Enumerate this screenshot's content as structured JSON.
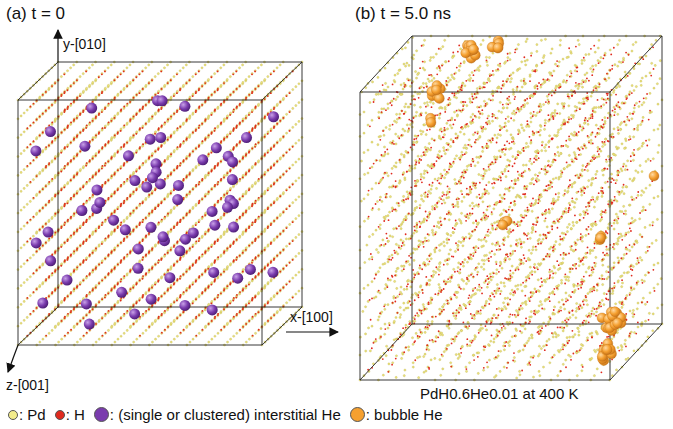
{
  "diagram": {
    "labels": [
      "(a) t = 0",
      "y-[010]",
      "x-[100]",
      "z-[001]",
      "(b) t = 5.0 ns",
      "PdH0.6He0.01 at 400 K"
    ],
    "legend": [
      {
        "text": ": Pd",
        "color": "#f2ec8c"
      },
      {
        "text": ": H",
        "color": "#e02a1e"
      },
      {
        "text": ": (single or clustered) interstitial He",
        "color": "#7a3cae"
      },
      {
        "text": ": bubble He",
        "color": "#f5a030"
      }
    ]
  }
}
